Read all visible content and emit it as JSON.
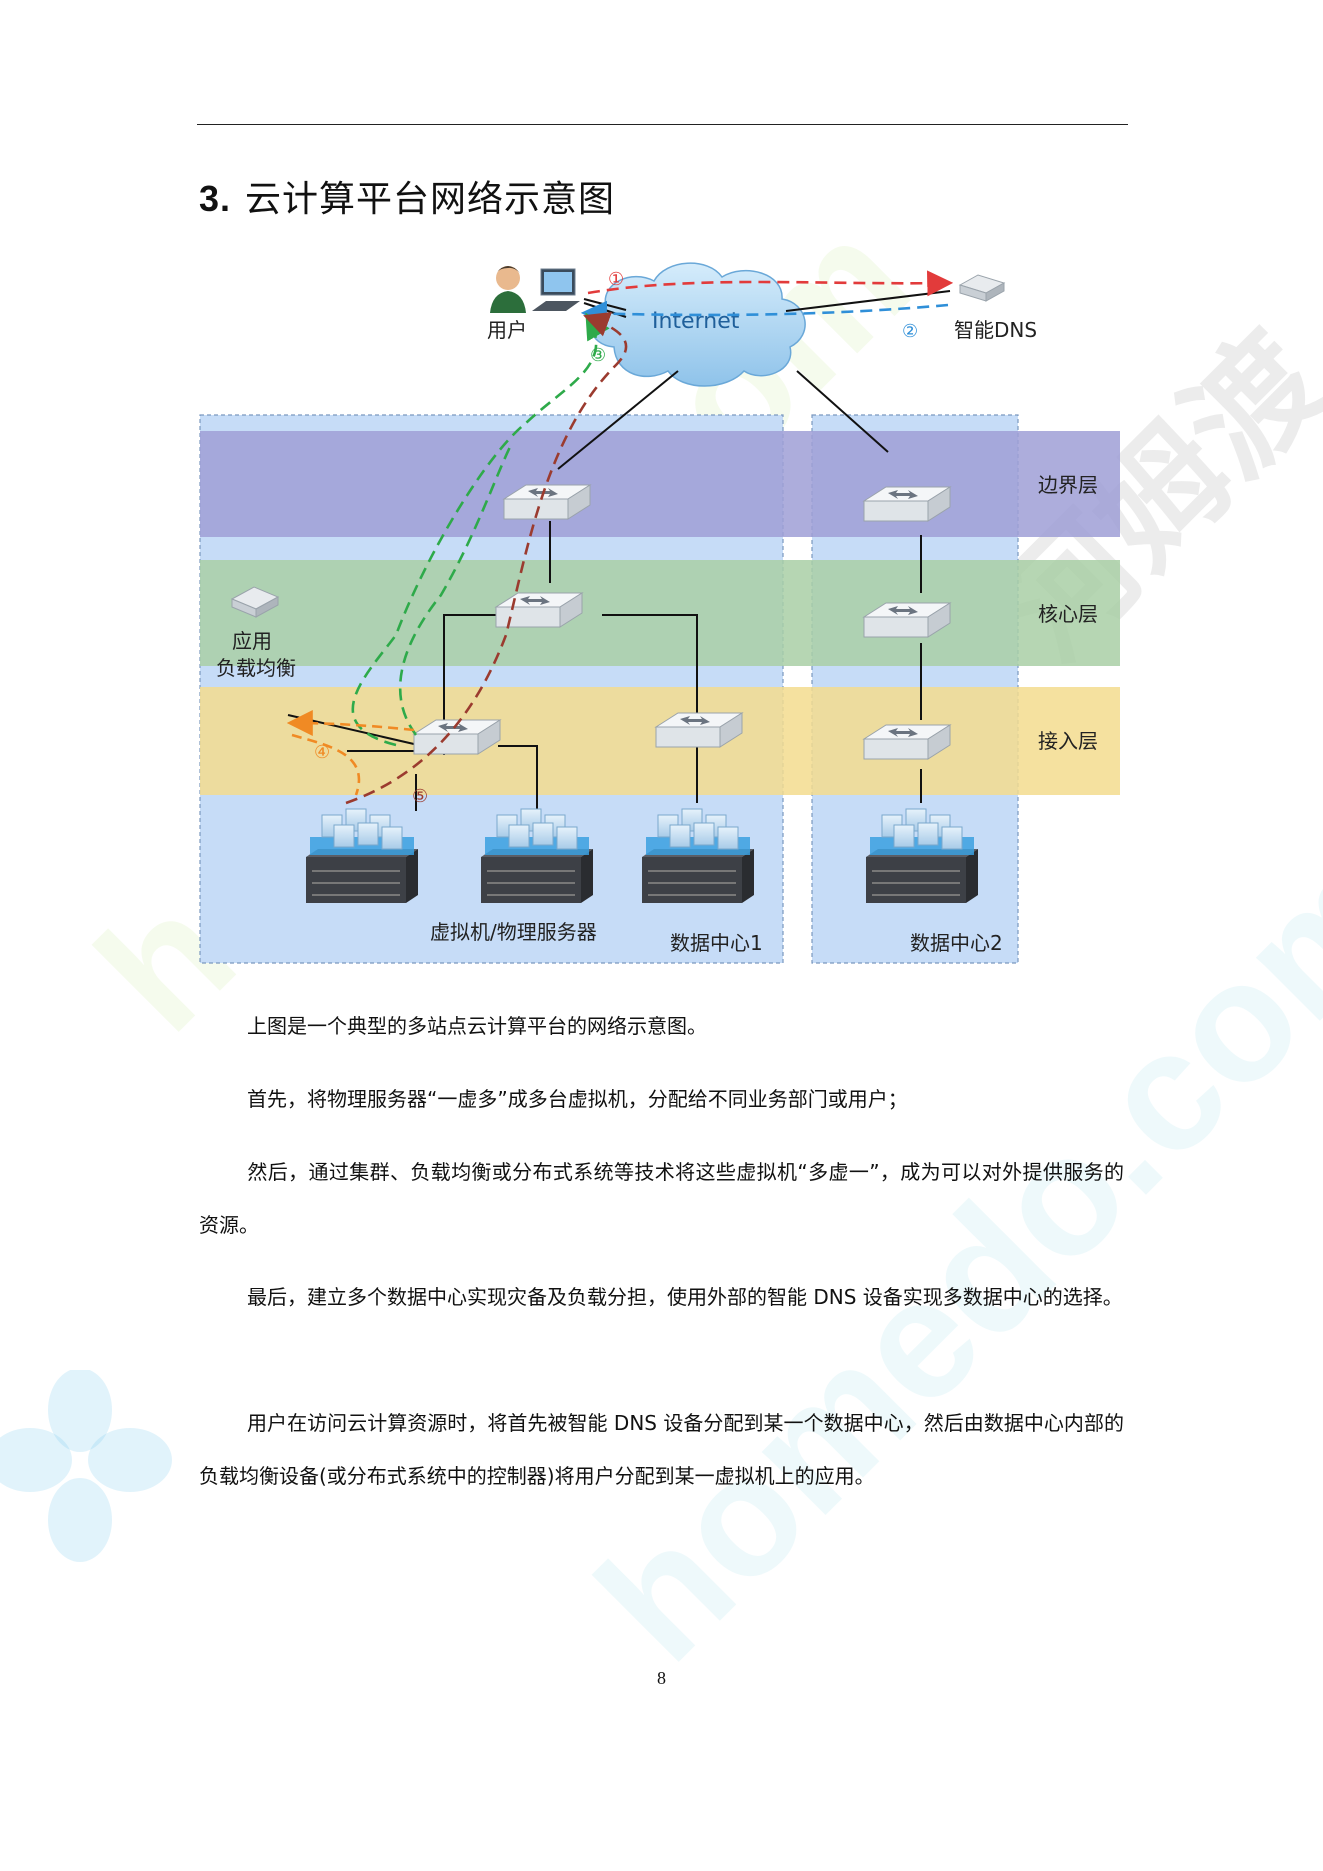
{
  "document": {
    "heading_number": "3.",
    "heading_text": "云计算平台网络示意图",
    "page_number": "8"
  },
  "diagram": {
    "user_label": "用户",
    "internet_label": "Internet",
    "dns_label": "智能DNS",
    "layer_edge": "边界层",
    "layer_core": "核心层",
    "layer_access": "接入层",
    "lb_label_1": "应用",
    "lb_label_2": "负载均衡",
    "servers_label": "虚拟机/物理服务器",
    "dc1_label": "数据中心1",
    "dc2_label": "数据中心2",
    "step1": "①",
    "step2": "②",
    "step3": "③",
    "step4": "④",
    "step5": "⑤",
    "colors": {
      "step1": "#e23b3b",
      "step2": "#2f8fd8",
      "step3": "#2eaa4a",
      "step4": "#f08a24",
      "step5": "#9b3b2f",
      "edge_band": "#9f9fd6",
      "core_band": "#a9cfa6",
      "access_band": "#f3dc8e",
      "dc_bg": "#c6dcf7"
    }
  },
  "paragraphs": [
    "上图是一个典型的多站点云计算平台的网络示意图。",
    "首先，将物理服务器“一虚多”成多台虚拟机，分配给不同业务部门或用户；",
    "然后，通过集群、负载均衡或分布式系统等技术将这些虚拟机“多虚一”，成为可以对外提供服务的资源。",
    "最后，建立多个数据中心实现灾备及负载分担，使用外部的智能 DNS 设备实现多数据中心的选择。",
    "用户在访问云计算资源时，将首先被智能 DNS 设备分配到某一个数据中心，然后由数据中心内部的负载均衡设备(或分布式系统中的控制器)将用户分配到某一虚拟机上的应用。"
  ],
  "watermark": {
    "text_1": "homedo.com",
    "text_2": "河姆渡"
  }
}
